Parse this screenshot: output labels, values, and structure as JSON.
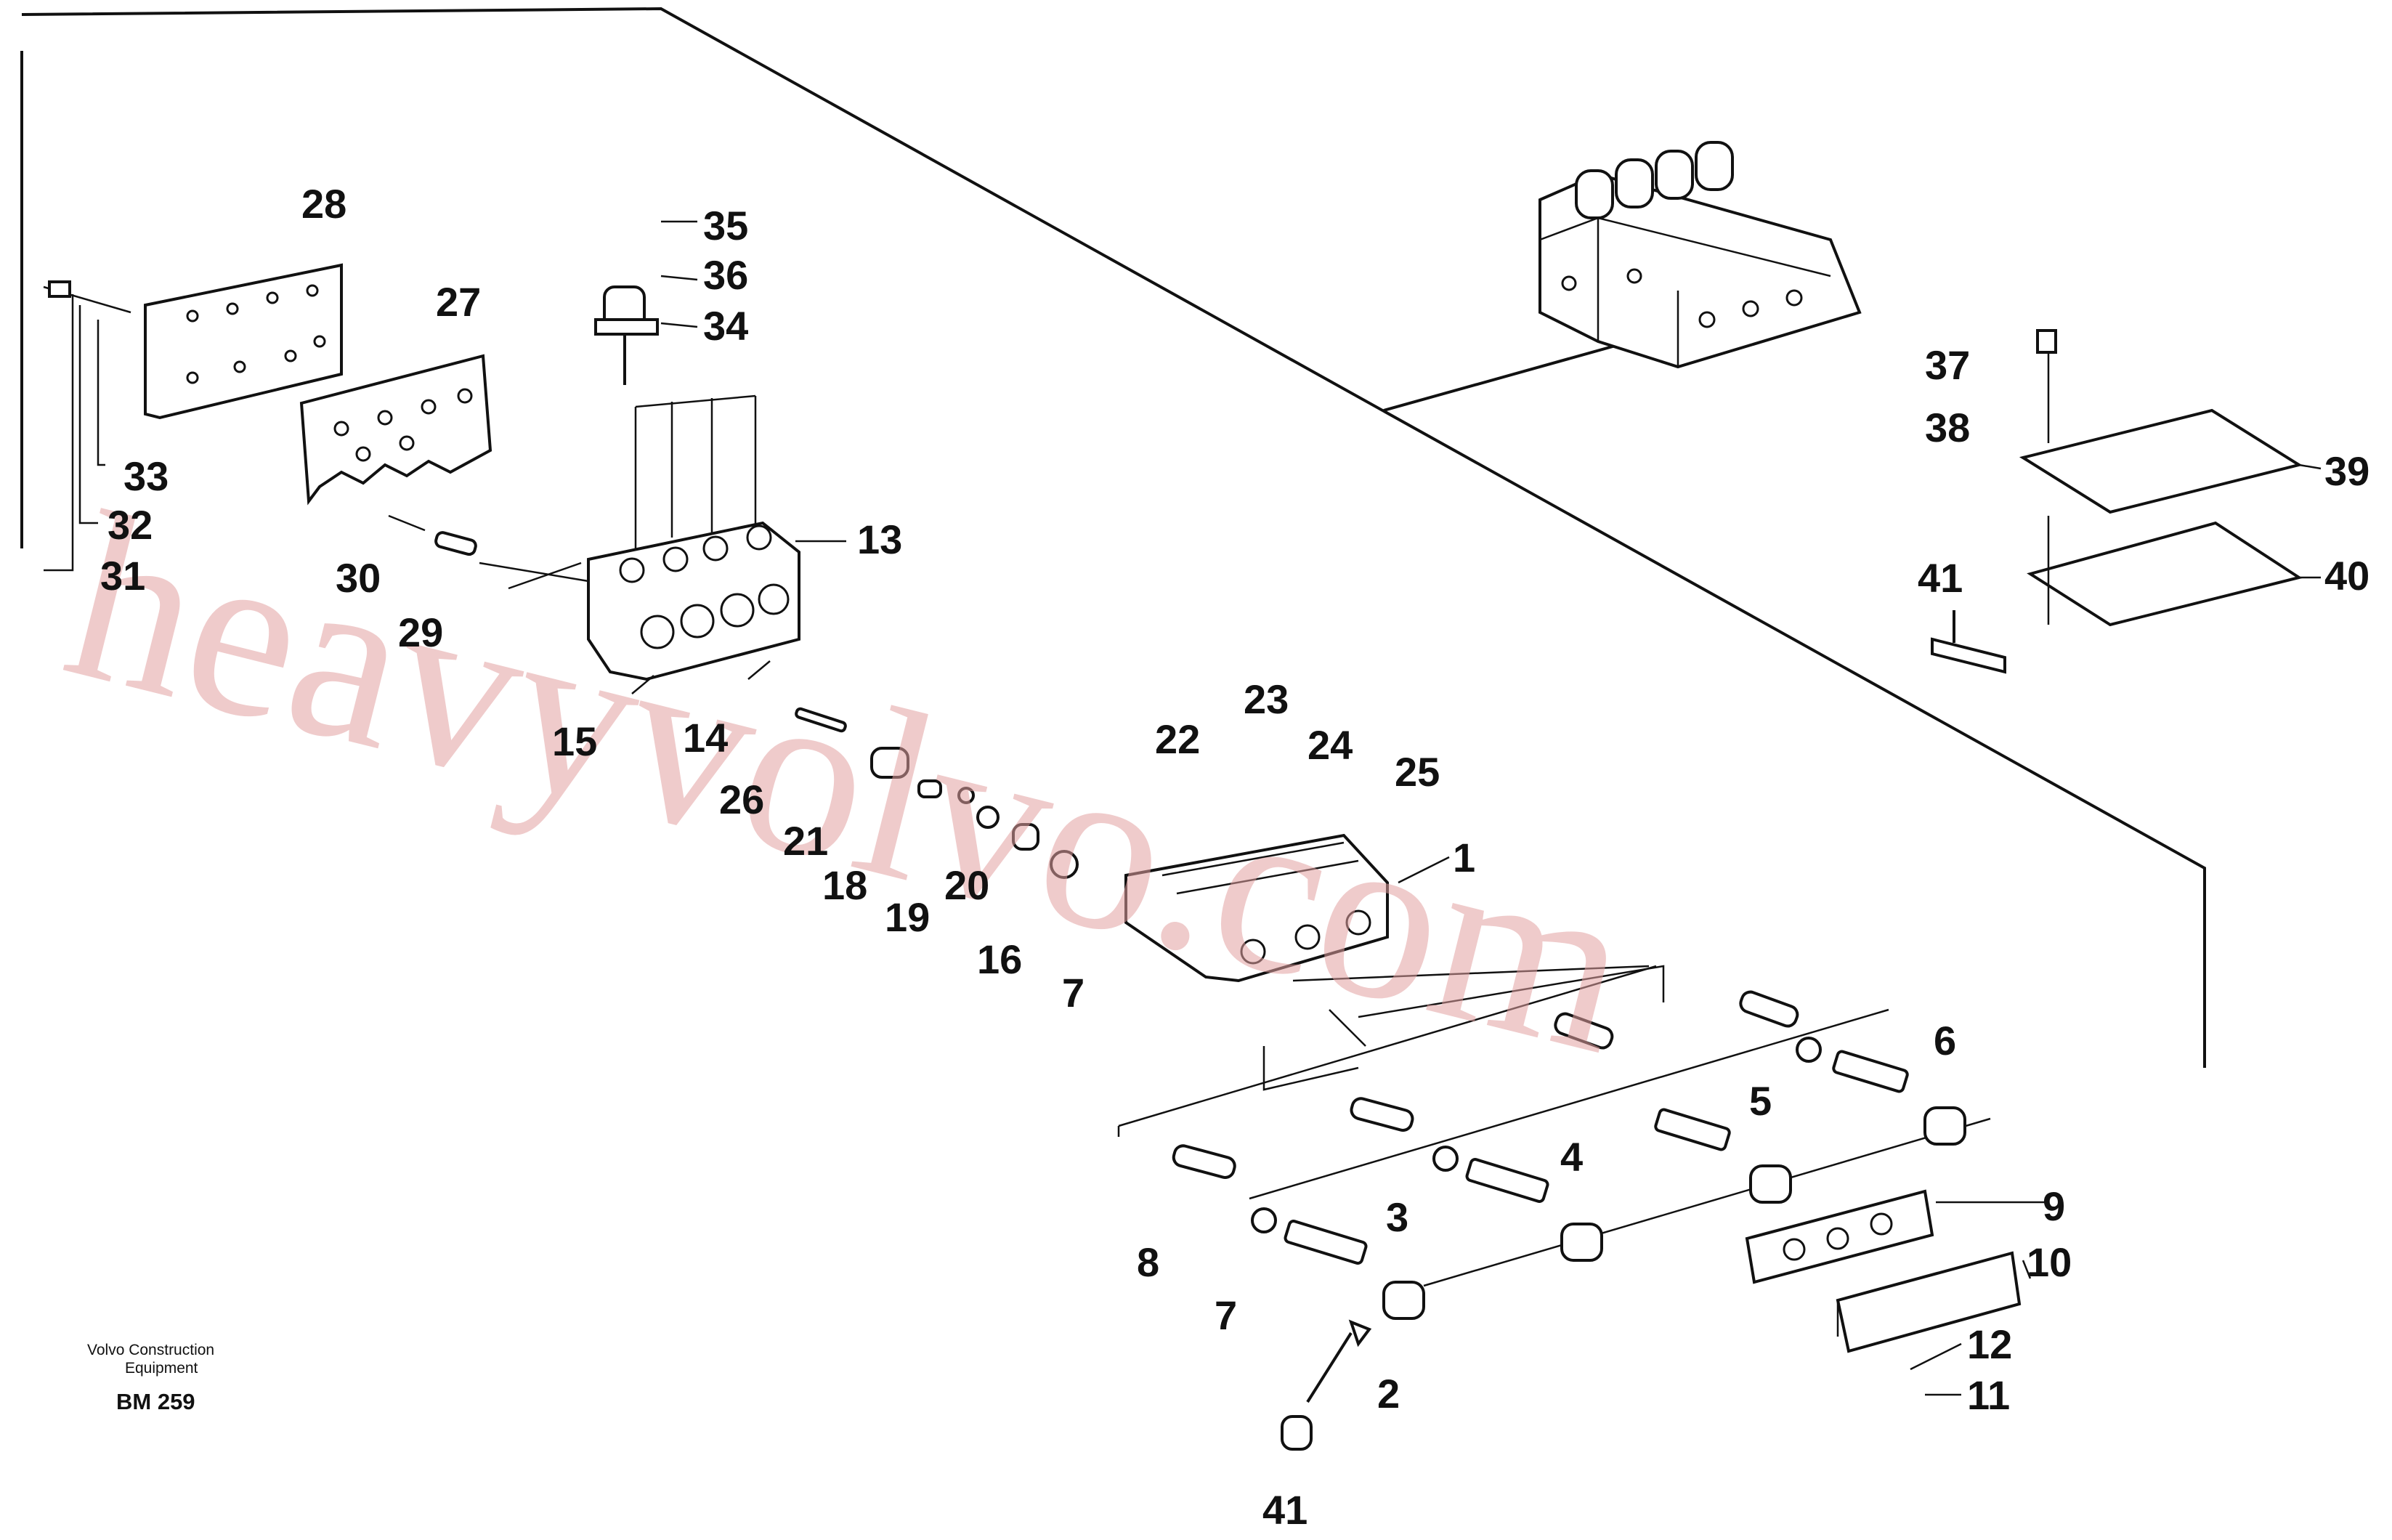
{
  "title_block": {
    "line1": "Volvo Construction",
    "line2": "Equipment",
    "code": "BM 259"
  },
  "watermark": "heavyvolvo.com",
  "labels": [
    {
      "id": "lbl-1",
      "text": "1"
    },
    {
      "id": "lbl-2",
      "text": "2"
    },
    {
      "id": "lbl-3",
      "text": "3"
    },
    {
      "id": "lbl-4",
      "text": "4"
    },
    {
      "id": "lbl-5",
      "text": "5"
    },
    {
      "id": "lbl-6",
      "text": "6"
    },
    {
      "id": "lbl-7a",
      "text": "7"
    },
    {
      "id": "lbl-7b",
      "text": "7"
    },
    {
      "id": "lbl-8",
      "text": "8"
    },
    {
      "id": "lbl-9",
      "text": "9"
    },
    {
      "id": "lbl-10",
      "text": "10"
    },
    {
      "id": "lbl-11",
      "text": "11"
    },
    {
      "id": "lbl-12",
      "text": "12"
    },
    {
      "id": "lbl-13",
      "text": "13"
    },
    {
      "id": "lbl-14",
      "text": "14"
    },
    {
      "id": "lbl-15",
      "text": "15"
    },
    {
      "id": "lbl-16",
      "text": "16"
    },
    {
      "id": "lbl-18",
      "text": "18"
    },
    {
      "id": "lbl-19",
      "text": "19"
    },
    {
      "id": "lbl-20",
      "text": "20"
    },
    {
      "id": "lbl-21",
      "text": "21"
    },
    {
      "id": "lbl-22",
      "text": "22"
    },
    {
      "id": "lbl-23",
      "text": "23"
    },
    {
      "id": "lbl-24",
      "text": "24"
    },
    {
      "id": "lbl-25",
      "text": "25"
    },
    {
      "id": "lbl-26",
      "text": "26"
    },
    {
      "id": "lbl-27",
      "text": "27"
    },
    {
      "id": "lbl-28",
      "text": "28"
    },
    {
      "id": "lbl-29",
      "text": "29"
    },
    {
      "id": "lbl-30",
      "text": "30"
    },
    {
      "id": "lbl-31",
      "text": "31"
    },
    {
      "id": "lbl-32",
      "text": "32"
    },
    {
      "id": "lbl-33",
      "text": "33"
    },
    {
      "id": "lbl-34",
      "text": "34"
    },
    {
      "id": "lbl-35",
      "text": "35"
    },
    {
      "id": "lbl-36",
      "text": "36"
    },
    {
      "id": "lbl-37",
      "text": "37"
    },
    {
      "id": "lbl-38",
      "text": "38"
    },
    {
      "id": "lbl-39",
      "text": "39"
    },
    {
      "id": "lbl-40",
      "text": "40"
    },
    {
      "id": "lbl-41a",
      "text": "41"
    },
    {
      "id": "lbl-41b",
      "text": "41"
    }
  ]
}
